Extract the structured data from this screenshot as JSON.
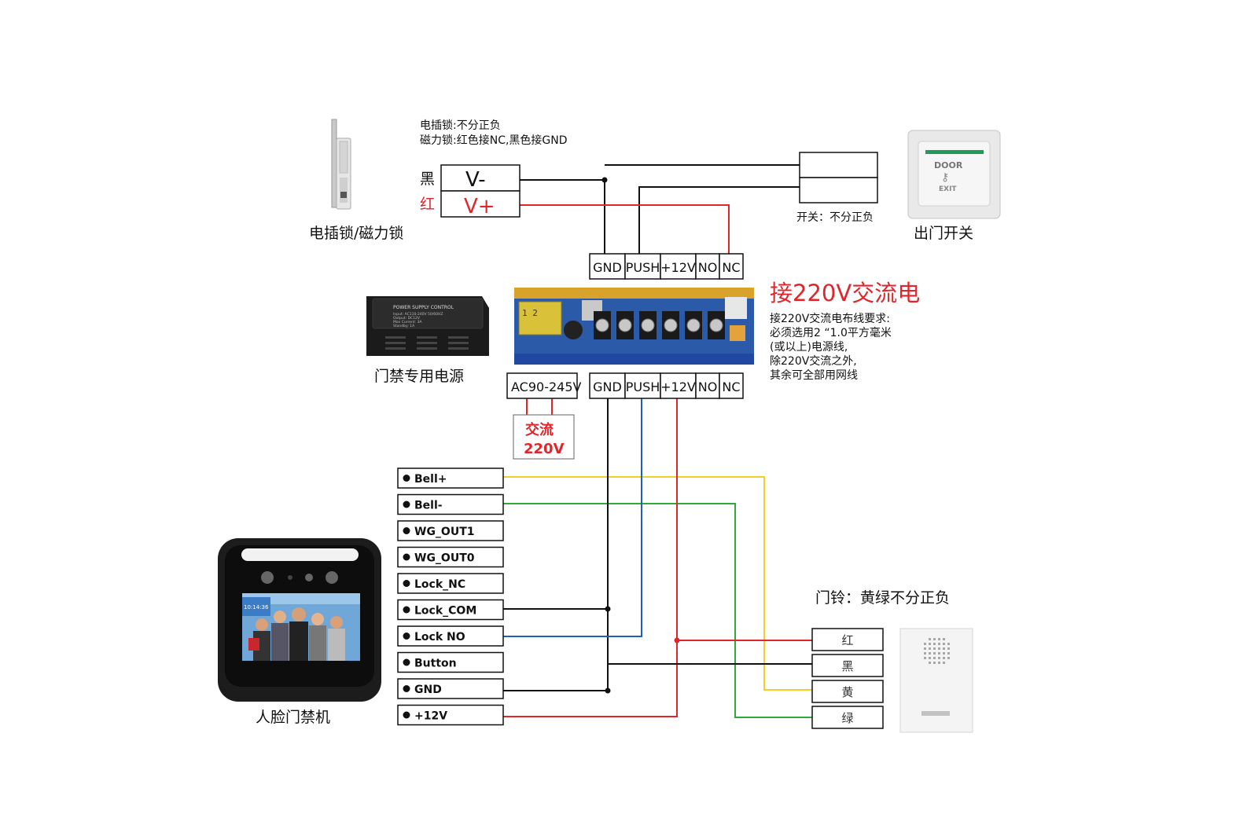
{
  "lock": {
    "note_line1": "电插锁:不分正负",
    "note_line2": "磁力锁:红色接NC,黑色接GND",
    "black_label": "黑",
    "red_label": "红",
    "vminus": "V-",
    "vplus": "V+",
    "caption": "电插锁/磁力锁"
  },
  "exit_switch": {
    "note": "开关：不分正负",
    "caption": "出门开关",
    "plate_line1": "DOOR",
    "plate_line2": "EXIT"
  },
  "power": {
    "caption": "门禁专用电源",
    "box_label": "POWER SUPPLY CONTROL",
    "box_line1": "Input: AC110-240V 50/60HZ",
    "box_line2": "Output: DC12V",
    "box_line3": "Max Current: 3A",
    "box_line4": "Standby: 1A",
    "ac_label": "AC90-245V",
    "ac_tag1": "交流",
    "ac_tag2": "220V",
    "top_terminals": [
      "GND",
      "PUSH",
      "+12V",
      "NO",
      "NC"
    ],
    "bottom_terminals": [
      "GND",
      "PUSH",
      "+12V",
      "NO",
      "NC"
    ]
  },
  "ac_note": {
    "title": "接220V交流电",
    "lines": [
      "接220V交流电布线要求:",
      "必须选用2 “1.0平方毫米",
      "(或以上)电源线,",
      "除220V交流之外,",
      "其余可全部用网线"
    ]
  },
  "face": {
    "caption": "人脸门禁机",
    "screen_time": "10:14:36"
  },
  "controller_terminals": [
    "Bell+",
    "Bell-",
    "WG_OUT1",
    "WG_OUT0",
    "Lock_NC",
    "Lock_COM",
    "Lock NO",
    "Button",
    "GND",
    "+12V"
  ],
  "bell": {
    "title": "门铃：黄绿不分正负",
    "terminals": [
      "红",
      "黑",
      "黄",
      "绿"
    ]
  },
  "colors": {
    "black_wire": "#111111",
    "red_wire": "#e0262b",
    "blue_wire": "#1f5fbf",
    "yellow_wire": "#f0d02a",
    "green_wire": "#2faa3a",
    "accent_red": "#e0262b",
    "board_blue": "#2b5aa8"
  }
}
